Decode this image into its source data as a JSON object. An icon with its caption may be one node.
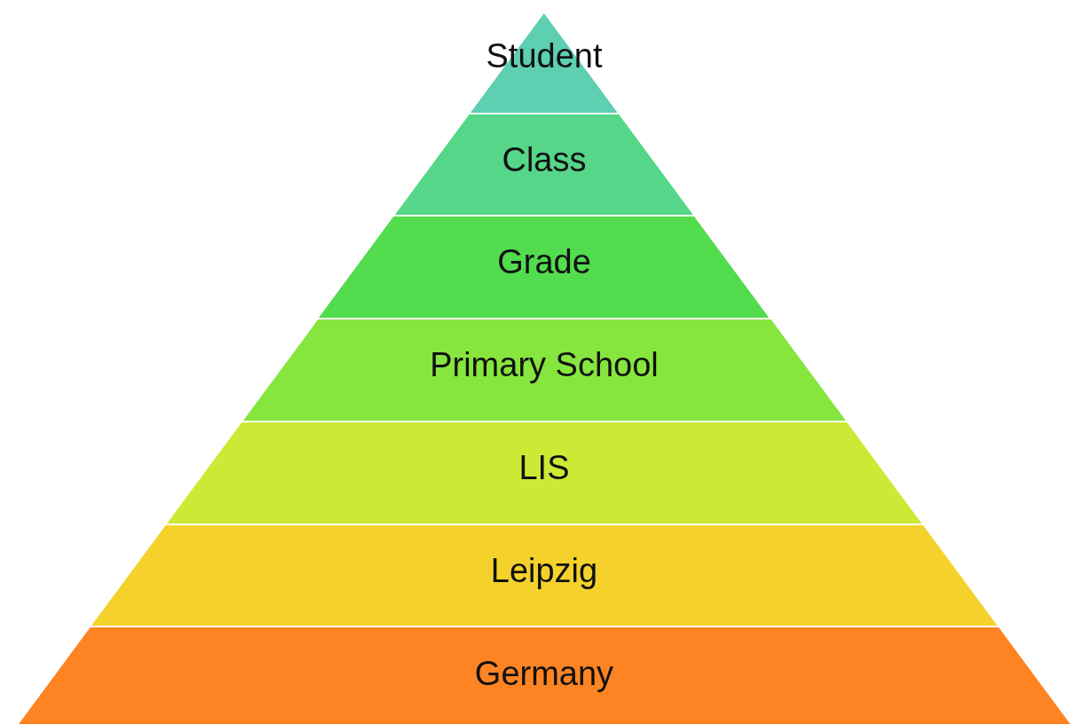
{
  "diagram": {
    "nodes": [
      {
        "text": [
          "Student"
        ]
      },
      {
        "text": [
          "Class"
        ]
      },
      {
        "text": [
          "Grade"
        ]
      },
      {
        "text": [
          "Primary School"
        ]
      },
      {
        "text": [
          "LIS"
        ]
      },
      {
        "text": [
          "Leipzig"
        ]
      },
      {
        "text": [
          "Germany"
        ]
      }
    ]
  }
}
